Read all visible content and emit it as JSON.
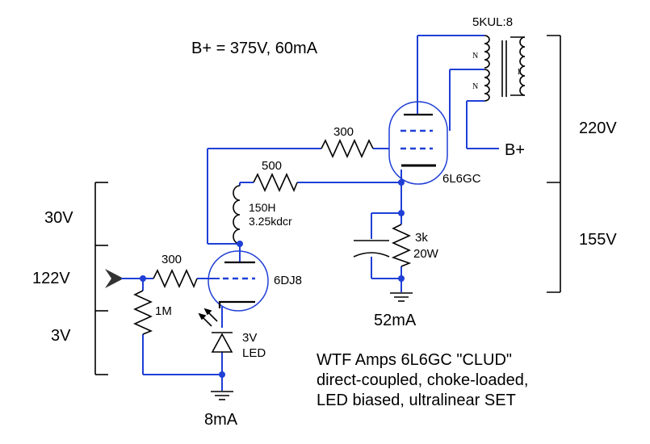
{
  "supply": {
    "bplus": "B+ = 375V, 60mA",
    "bplus_node": "B+"
  },
  "transformer": {
    "name": "5KUL:8",
    "primary_mark": "N",
    "primary_mark2": "N",
    "secondary_mark": "1"
  },
  "output_tube": {
    "name": "6L6GC",
    "current": "52mA"
  },
  "driver_tube": {
    "name": "6DJ8",
    "current": "8mA"
  },
  "resistors": {
    "plate_feed": "300",
    "grid_stop": "500",
    "input_stop": "300",
    "grid_leak": "1M",
    "cathode_value": "3k",
    "cathode_power": "20W"
  },
  "choke": {
    "inductance": "150H",
    "dcr": "3.25kdcr"
  },
  "led": {
    "voltage": "3V",
    "label": "LED"
  },
  "voltages": {
    "v220": "220V",
    "v155": "155V",
    "v30": "30V",
    "v122": "122V",
    "v3": "3V"
  },
  "caption": {
    "line1": "WTF Amps 6L6GC \"CLUD\"",
    "line2": "direct-coupled, choke-loaded,",
    "line3": "LED biased, ultralinear SET"
  }
}
